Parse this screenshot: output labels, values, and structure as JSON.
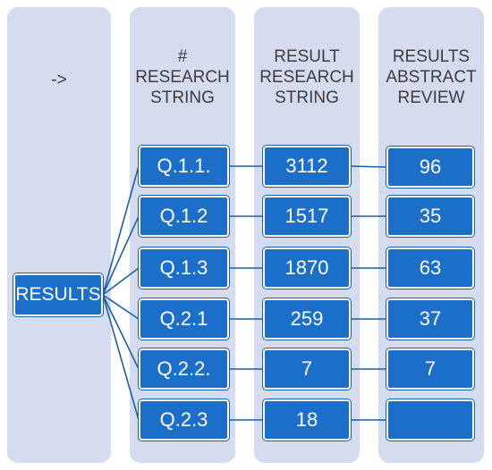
{
  "columns": [
    {
      "header": "->"
    },
    {
      "header": "#\nRESEARCH\nSTRING"
    },
    {
      "header": "RESULT\nRESEARCH\nSTRING"
    },
    {
      "header": "RESULTS\nABSTRACT\nREVIEW"
    }
  ],
  "root": {
    "label": "RESULTS"
  },
  "rows": [
    {
      "query": "Q.1.1.",
      "research_string_results": "3112",
      "abstract_review_results": "96"
    },
    {
      "query": "Q.1.2",
      "research_string_results": "1517",
      "abstract_review_results": "35"
    },
    {
      "query": "Q.1.3",
      "research_string_results": "1870",
      "abstract_review_results": "63"
    },
    {
      "query": "Q.2.1",
      "research_string_results": "259",
      "abstract_review_results": "37"
    },
    {
      "query": "Q.2.2.",
      "research_string_results": "7",
      "abstract_review_results": "7"
    },
    {
      "query": "Q.2.3",
      "research_string_results": "18",
      "abstract_review_results": ""
    }
  ],
  "colors": {
    "column_bg": "#d6dcf0",
    "box_fill": "#1c6fc9",
    "connector": "#1c5fa8"
  }
}
